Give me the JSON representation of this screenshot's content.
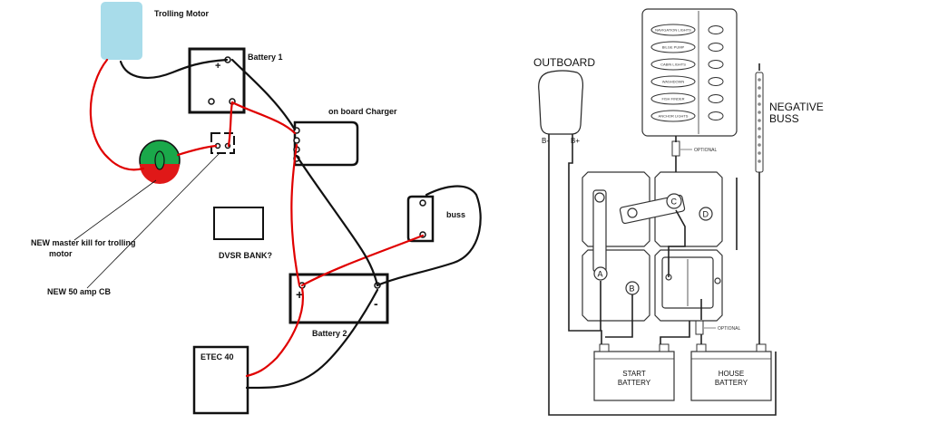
{
  "left_diagram": {
    "trolling_motor": "Trolling Motor",
    "battery1": "Battery 1",
    "charger": "on board Charger",
    "master_kill_line1": "NEW master kill for trolling",
    "master_kill_line2": "motor",
    "cb": "NEW 50 amp CB",
    "dvsr": "DVSR BANK?",
    "buss": "buss",
    "battery2": "Battery 2",
    "etec": "ETEC 40",
    "batt1_pos": "+",
    "batt1_neg": "-",
    "batt2_pos": "+",
    "batt2_neg": "-"
  },
  "right_diagram": {
    "outboard": "OUTBOARD",
    "b_minus": "B-",
    "b_plus": "B+",
    "negative_buss_line1": "NEGATIVE",
    "negative_buss_line2": "BUSS",
    "optional_top": "OPTIONAL",
    "optional_bottom": "OPTIONAL",
    "start_battery_line1": "START",
    "start_battery_line2": "BATTERY",
    "house_battery_line1": "HOUSE",
    "house_battery_line2": "BATTERY",
    "switch_labels": [
      "NAVIGATION LIGHTS",
      "BILGE PUMP",
      "CABIN LIGHTS",
      "WASHDOWN",
      "FISH FINDER",
      "ANCHOR LIGHTS"
    ],
    "terminal_a": "A",
    "terminal_b": "B",
    "terminal_c": "C",
    "terminal_d": "D"
  },
  "colors": {
    "wire_red": "#e00000",
    "wire_black": "#111111",
    "motor_fill": "#a8dcea",
    "kill_green": "#1aa84a",
    "kill_red": "#e01818"
  }
}
